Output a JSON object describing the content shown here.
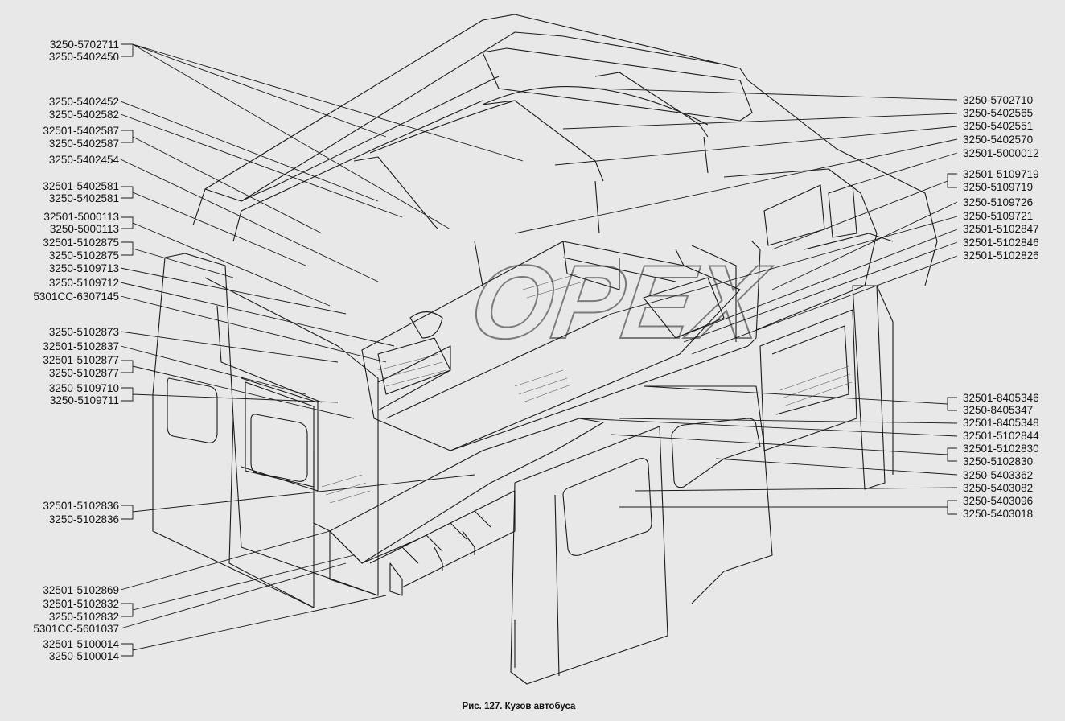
{
  "caption": "Рис. 127. Кузов автобуса",
  "watermark": "OPEX",
  "colors": {
    "background": "#e8e8e8",
    "line": "#1a1a1a"
  },
  "left_labels": [
    "3250-5702711",
    "3250-5402450",
    "3250-5402452",
    "3250-5402582",
    "32501-5402587",
    "3250-5402587",
    "3250-5402454",
    "32501-5402581",
    "3250-5402581",
    "32501-5000113",
    "3250-5000113",
    "32501-5102875",
    "3250-5102875",
    "3250-5109713",
    "3250-5109712",
    "5301CC-6307145",
    "3250-5102873",
    "32501-5102837",
    "32501-5102877",
    "3250-5102877",
    "3250-5109710",
    "3250-5109711",
    "32501-5102836",
    "3250-5102836",
    "32501-5102869",
    "32501-5102832",
    "3250-5102832",
    "5301CC-5601037",
    "32501-5100014",
    "3250-5100014"
  ],
  "right_labels": [
    "3250-5702710",
    "3250-5402565",
    "3250-5402551",
    "3250-5402570",
    "32501-5000012",
    "32501-5109719",
    "3250-5109719",
    "3250-5109726",
    "3250-5109721",
    "32501-5102847",
    "32501-5102846",
    "32501-5102826",
    "32501-8405346",
    "3250-8405347",
    "32501-8405348",
    "32501-5102844",
    "32501-5102830",
    "3250-5102830",
    "3250-5403362",
    "3250-5403082",
    "3250-5403096",
    "3250-5403018"
  ]
}
